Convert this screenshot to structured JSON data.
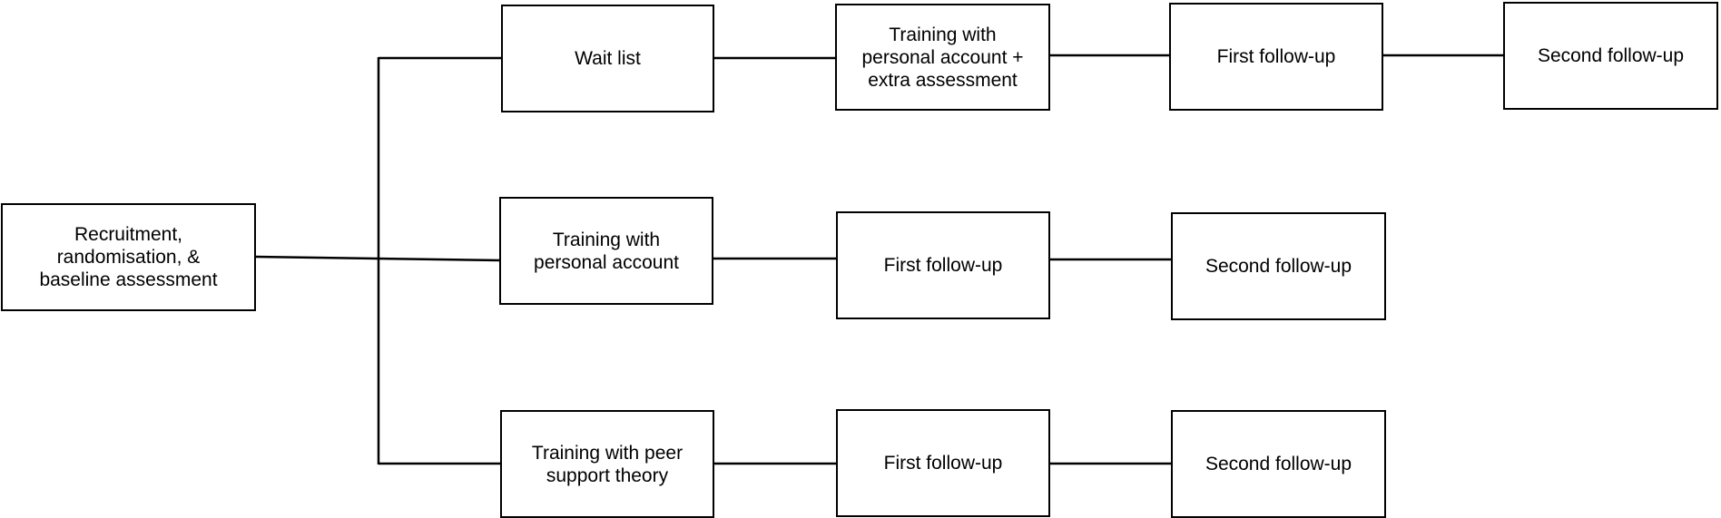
{
  "diagram": {
    "start": {
      "label": "Recruitment,\nrandomisation, &\nbaseline assessment"
    },
    "arm_wait": {
      "group": "Wait list",
      "step1": "Training with\npersonal account +\nextra assessment",
      "step2": "First follow-up",
      "step3": "Second follow-up"
    },
    "arm_personal": {
      "group": "Training with\npersonal account",
      "step1": "First follow-up",
      "step2": "Second follow-up"
    },
    "arm_peer": {
      "group": "Training with peer\nsupport theory",
      "step1": "First follow-up",
      "step2": "Second follow-up"
    },
    "colors": {
      "stroke": "#000000",
      "fill": "#ffffff",
      "text": "#000000"
    }
  }
}
